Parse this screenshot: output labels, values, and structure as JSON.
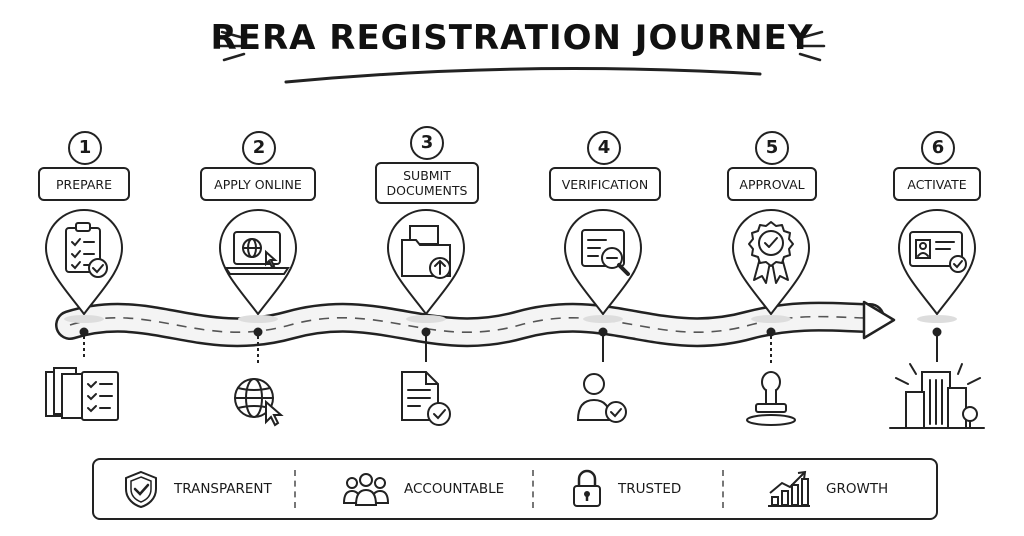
{
  "title": "RERA REGISTRATION JOURNEY",
  "steps": [
    {
      "number": "1",
      "label": "PREPARE",
      "icon": "checklist-clipboard-icon",
      "below_icon": "documents-checklist-icon"
    },
    {
      "number": "2",
      "label": "APPLY ONLINE",
      "icon": "laptop-globe-icon",
      "below_icon": "globe-cursor-icon"
    },
    {
      "number": "3",
      "label": "SUBMIT DOCUMENTS",
      "icon": "folder-upload-icon",
      "below_icon": "document-check-icon"
    },
    {
      "number": "4",
      "label": "VERIFICATION",
      "icon": "document-magnifier-icon",
      "below_icon": "user-check-icon"
    },
    {
      "number": "5",
      "label": "APPROVAL",
      "icon": "award-badge-icon",
      "below_icon": "stamp-icon"
    },
    {
      "number": "6",
      "label": "ACTIVATE",
      "icon": "id-card-icon",
      "below_icon": "buildings-icon"
    }
  ],
  "values": [
    {
      "label": "TRANSPARENT",
      "icon": "shield-check-icon"
    },
    {
      "label": "ACCOUNTABLE",
      "icon": "people-group-icon"
    },
    {
      "label": "TRUSTED",
      "icon": "padlock-icon"
    },
    {
      "label": "GROWTH",
      "icon": "growth-chart-icon"
    }
  ],
  "colors": {
    "ink": "#1a1a1a",
    "paper": "#ffffff",
    "road": "#f2f2f2"
  }
}
